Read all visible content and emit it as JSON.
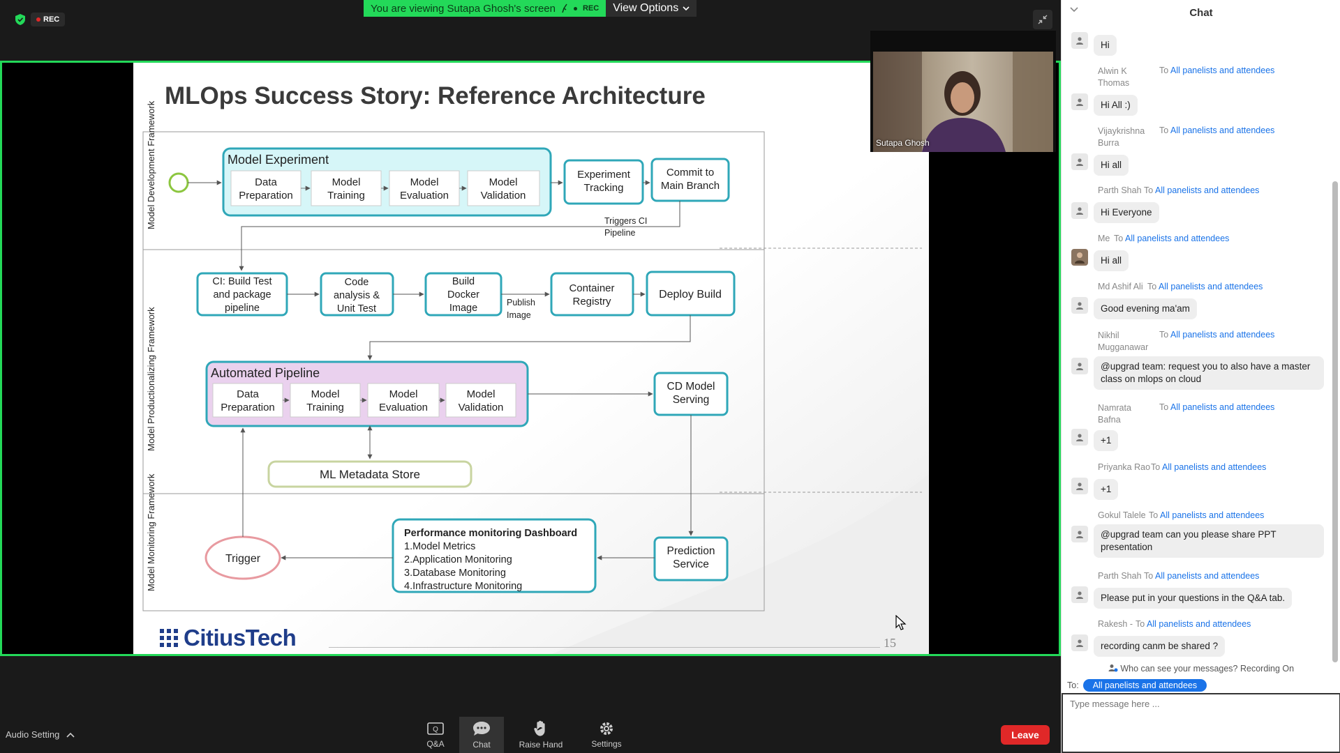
{
  "top_bar": {
    "rec_label": "REC",
    "viewing_text": "You are viewing Sutapa Ghosh's screen",
    "viewing_rec": "REC",
    "view_options_label": "View Options"
  },
  "slide": {
    "title": "MLOps Success Story: Reference Architecture",
    "logo_text": "CitiusTech",
    "page_number": "15",
    "lanes": {
      "dev": "Model Development Framework",
      "prod": "Model Productionalizing Framework",
      "mon": "Model Monitoring Framework"
    },
    "experiment": {
      "title": "Model Experiment",
      "steps": [
        "Data Preparation",
        "Model Training",
        "Model Evaluation",
        "Model Validation"
      ]
    },
    "experiment_tracking": "Experiment Tracking",
    "commit": "Commit to Main Branch",
    "triggers_ci": "Triggers CI Pipeline",
    "ci_build": "CI: Build Test and package pipeline",
    "code_analysis": "Code analysis & Unit Test",
    "build_docker": "Build Docker Image",
    "publish_image": "Publish Image",
    "container_registry": "Container Registry",
    "deploy_build": "Deploy Build",
    "automated": {
      "title": "Automated Pipeline",
      "steps": [
        "Data Preparation",
        "Model Training",
        "Model Evaluation",
        "Model Validation"
      ]
    },
    "cd_serving": "CD Model Serving",
    "metadata_store": "ML Metadata Store",
    "trigger": "Trigger",
    "dashboard": {
      "title": "Performance monitoring Dashboard",
      "items": [
        "1.Model Metrics",
        "2.Application Monitoring",
        "3.Database Monitoring",
        "4.Infrastructure Monitoring"
      ]
    },
    "prediction_service": "Prediction Service"
  },
  "video": {
    "participant_name": "Sutapa Ghosh"
  },
  "toolbar": {
    "audio_setting": "Audio Setting",
    "qa": "Q&A",
    "chat": "Chat",
    "raise_hand": "Raise Hand",
    "settings": "Settings",
    "leave": "Leave"
  },
  "chat": {
    "title": "Chat",
    "to_prefix": "To",
    "messages": [
      {
        "sender": "",
        "text": "Hi"
      },
      {
        "sender": "Alwin K Thomas",
        "recipient": "All panelists and attendees",
        "text": "Hi All :)"
      },
      {
        "sender": "Vijaykrishna Burra",
        "recipient": "All panelists and attendees",
        "text": "Hi all"
      },
      {
        "sender": "Parth Shah",
        "recipient": "All panelists and attendees",
        "text": "Hi Everyone"
      },
      {
        "sender": "Me",
        "recipient": "All panelists and attendees",
        "text": "Hi all"
      },
      {
        "sender": "Md Ashif Ali",
        "recipient": "All panelists and attendees",
        "text": "Good evening ma'am"
      },
      {
        "sender": "Nikhil Mugganawar",
        "recipient": "All panelists and attendees",
        "text": "@upgrad team: request you to also have a master class on mlops on cloud"
      },
      {
        "sender": "Namrata Bafna",
        "recipient": "All panelists and attendees",
        "text": "+1"
      },
      {
        "sender": "Priyanka Rao",
        "recipient": "All panelists and attendees",
        "text": "+1"
      },
      {
        "sender": "Gokul Talele",
        "recipient": "All panelists and attendees",
        "text": "@upgrad team can you please share PPT presentation"
      },
      {
        "sender": "Parth Shah",
        "recipient": "All panelists and attendees",
        "text": "Please put in your questions in the Q&A tab."
      },
      {
        "sender": "Rakesh -",
        "recipient": "All panelists and attendees",
        "text": "recording canm be shared ?"
      }
    ],
    "privacy_line": "Who can see your messages? Recording On",
    "to_label": "To:",
    "to_value": "All panelists and attendees",
    "input_placeholder": "Type message here ..."
  }
}
